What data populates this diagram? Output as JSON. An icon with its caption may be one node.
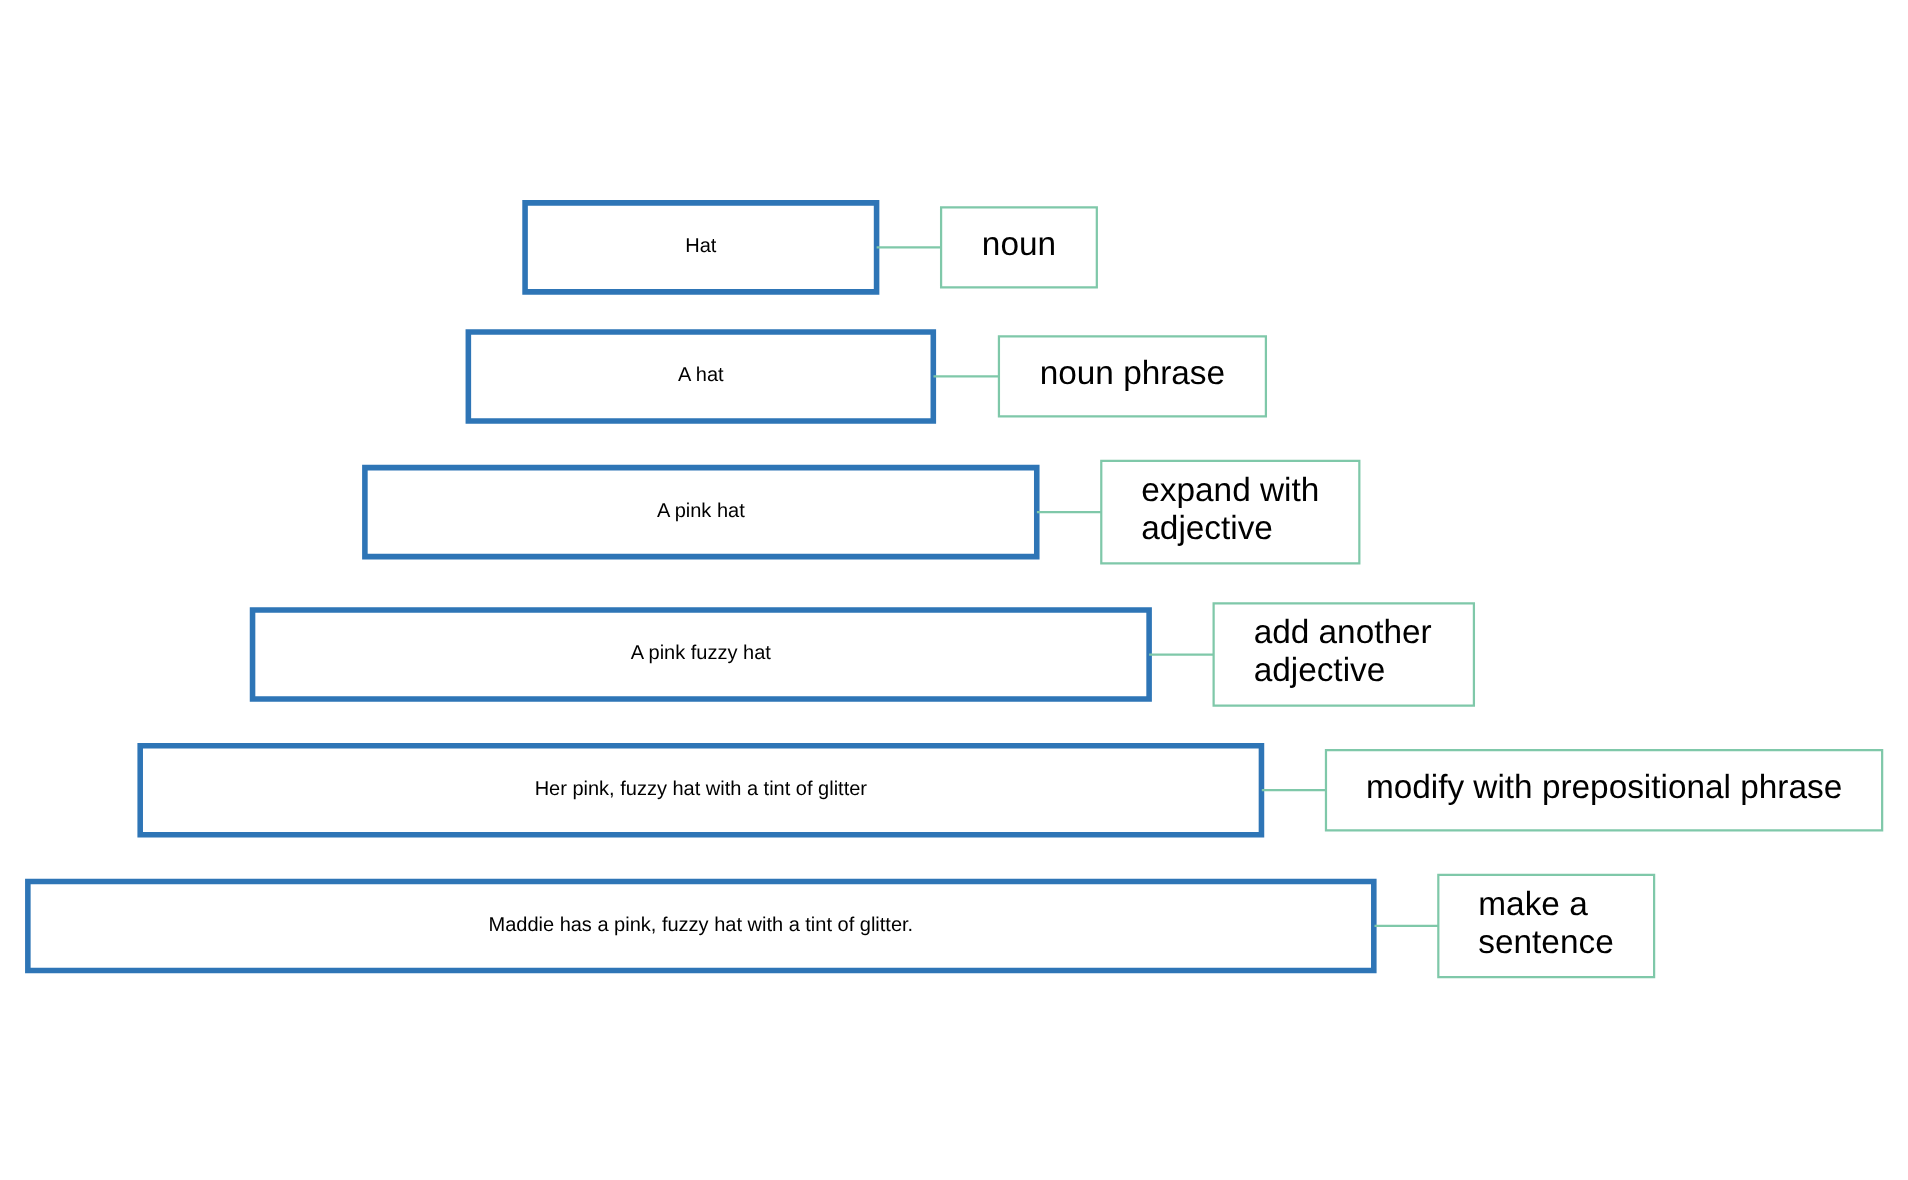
{
  "diagram": {
    "nodes": [
      {
        "text": [
          "noun"
        ]
      },
      {
        "text": [
          "Hat"
        ]
      },
      {
        "text": [
          "noun phrase"
        ]
      },
      {
        "text": [
          "A hat"
        ]
      },
      {
        "text": [
          "expand with adjective"
        ]
      },
      {
        "text": [
          "A pink hat"
        ]
      },
      {
        "text": [
          "add another adjective"
        ]
      },
      {
        "text": [
          "A pink fuzzy hat"
        ]
      },
      {
        "text": [
          "modify with prepositional phrase"
        ]
      },
      {
        "text": [
          "Her pink, fuzzy hat with a tint of glitter"
        ]
      },
      {
        "text": [
          "make a sentence"
        ]
      },
      {
        "text": [
          "Maddie has a pink, fuzzy hat with a tint of glitter."
        ]
      }
    ],
    "edges": [
      {
        "from": 0,
        "to": 1,
        "arrow": "none"
      },
      {
        "from": 2,
        "to": 3,
        "arrow": "none"
      },
      {
        "from": 4,
        "to": 5,
        "arrow": "none"
      },
      {
        "from": 6,
        "to": 7,
        "arrow": "none"
      },
      {
        "from": 8,
        "to": 9,
        "arrow": "none"
      },
      {
        "from": 10,
        "to": 11,
        "arrow": "none"
      }
    ]
  }
}
